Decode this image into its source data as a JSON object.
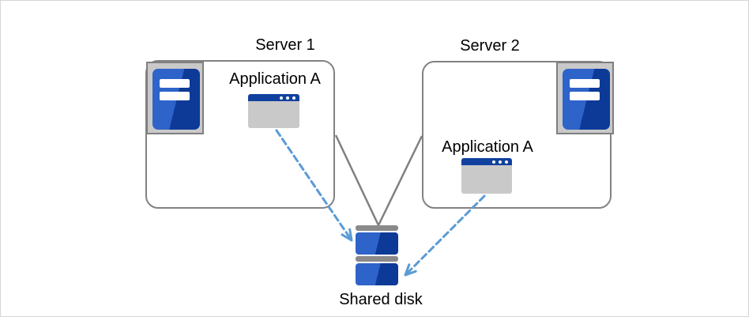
{
  "nodes": {
    "server1": {
      "label": "Server 1",
      "icon": "server-tower-icon",
      "application": {
        "label": "Application A",
        "icon": "application-window-icon"
      }
    },
    "server2": {
      "label": "Server 2",
      "icon": "server-tower-icon",
      "application": {
        "label": "Application A",
        "icon": "application-window-icon"
      }
    },
    "shared_disk": {
      "label": "Shared disk",
      "icon": "stacked-disk-icon"
    }
  },
  "edges": [
    {
      "from": "server1",
      "to": "shared_disk",
      "style": "solid-line"
    },
    {
      "from": "server2",
      "to": "shared_disk",
      "style": "solid-line"
    },
    {
      "from": "server1.application",
      "to": "shared_disk",
      "style": "dashed-arrow"
    },
    {
      "from": "server2.application",
      "to": "shared_disk",
      "style": "dashed-arrow"
    }
  ],
  "colors": {
    "box_border": "#828282",
    "connector_gray": "#808080",
    "arrow_blue": "#5b9bd5",
    "icon_blue_light": "#2e63c9",
    "icon_blue_dark": "#0d3a97",
    "icon_gray_frame": "#c9c9c9",
    "window_titlebar": "#11419e",
    "window_body_gray": "#c9c9c9",
    "disk_bar_gray": "#8a8a8a"
  }
}
